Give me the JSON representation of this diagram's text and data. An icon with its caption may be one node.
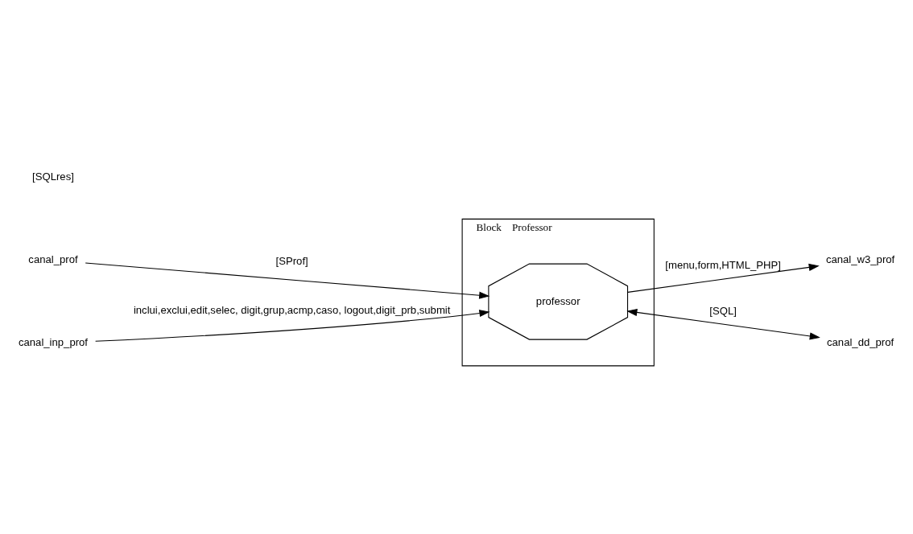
{
  "diagram": {
    "nodes": [
      {
        "text": [
          "Block    Professor"
        ]
      },
      {
        "text": [
          "professor"
        ],
        "in": 0
      },
      {
        "text": [
          "canal_prof"
        ]
      },
      {
        "text": [
          "canal_w3_prof"
        ]
      },
      {
        "text": [
          "canal_inp_prof"
        ]
      },
      {
        "text": [
          "canal_dd_prof"
        ]
      }
    ],
    "edges": [
      {
        "from": 2,
        "to": 1,
        "arrow": "to",
        "label": "[SProf]"
      },
      {
        "from": 1,
        "to": 3,
        "arrow": "to",
        "label": "[menu,form,HTML_PHP]"
      },
      {
        "from": 4,
        "to": 1,
        "arrow": "to",
        "label": "inclui,exclui,edit,selec, digit,grup,acmp,caso, logout,digit_prb,submit"
      },
      {
        "from": 1,
        "to": 5,
        "arrow": "both",
        "label": "[SQL]"
      }
    ],
    "labels": [
      "[SQLres]"
    ]
  }
}
